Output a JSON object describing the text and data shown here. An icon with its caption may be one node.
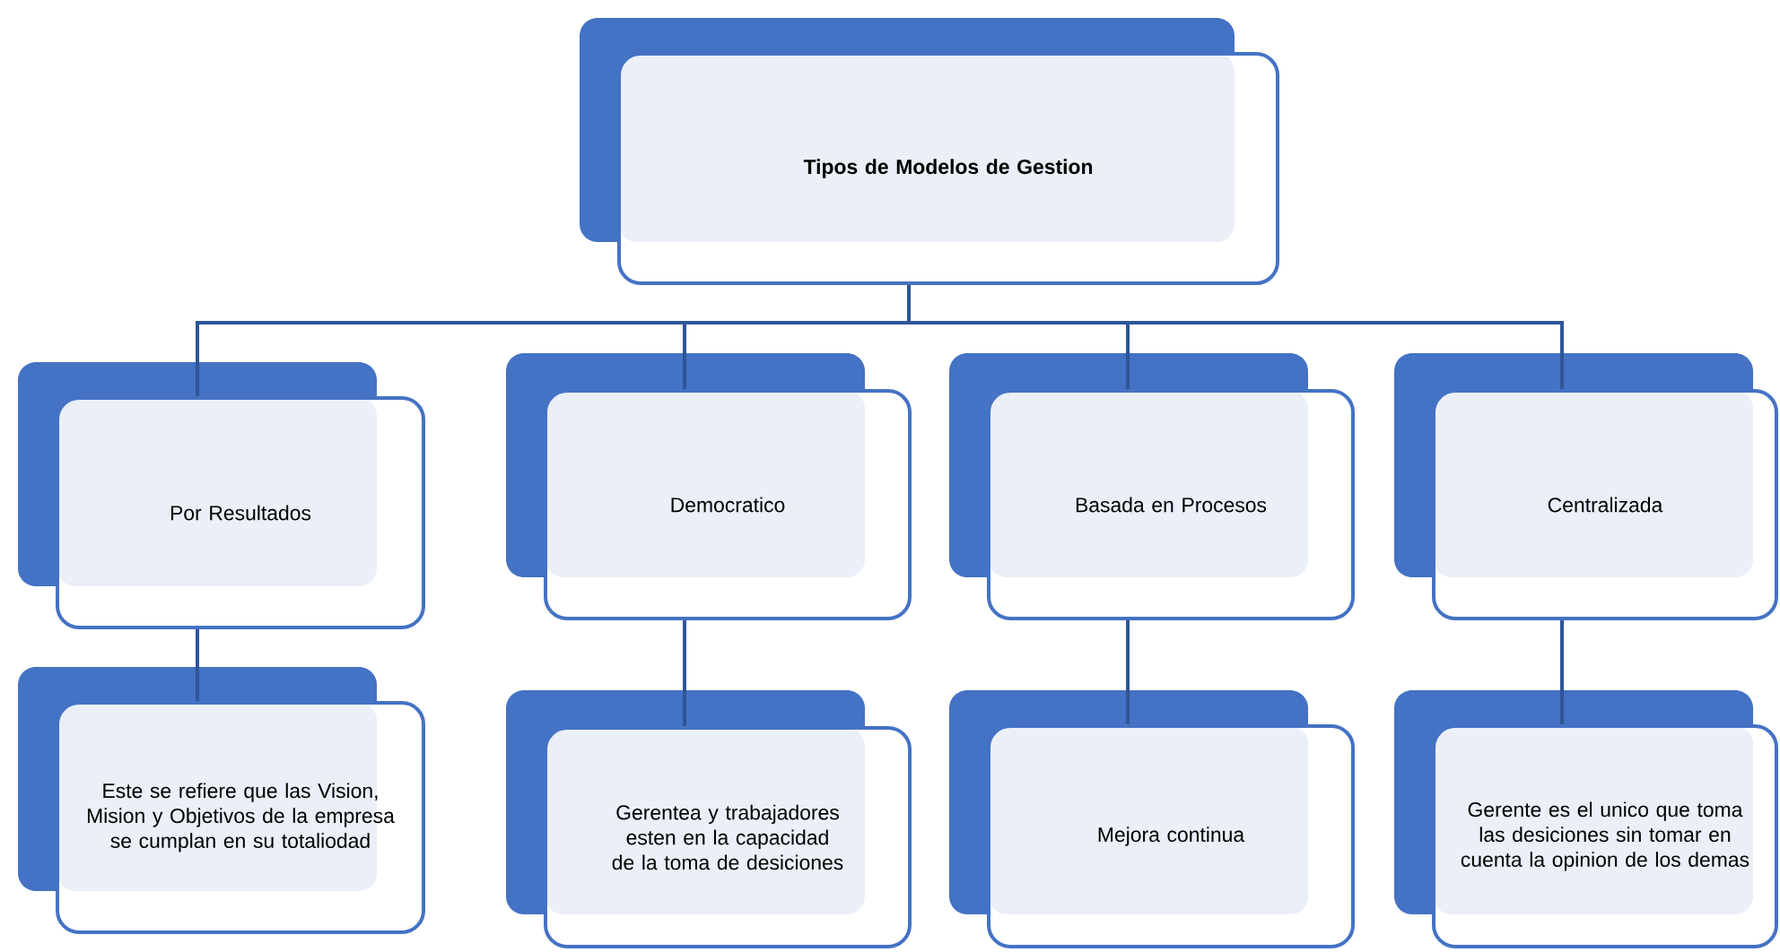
{
  "diagram": {
    "nodes": [
      {
        "text": [
          "Tipos de Modelos de Gestion"
        ]
      },
      {
        "text": [
          "Por Resultados"
        ]
      },
      {
        "text": [
          "Democratico"
        ]
      },
      {
        "text": [
          "Basada en Procesos"
        ]
      },
      {
        "text": [
          "Centralizada"
        ]
      },
      {
        "text": [
          "Este se refiere que las Vision, Mision y Objetivos de la empresa se cumplan en su totaliodad"
        ]
      },
      {
        "text": [
          "Gerentea y trabajadores esten en la capacidad de la toma de desiciones"
        ]
      },
      {
        "text": [
          "Mejora continua"
        ]
      },
      {
        "text": [
          "Gerente es el unico que toma las desiciones sin tomar en cuenta la opinion de los demas"
        ]
      }
    ],
    "edges": [
      {
        "from": 0,
        "to": 1,
        "arrow": "none"
      },
      {
        "from": 0,
        "to": 2,
        "arrow": "none"
      },
      {
        "from": 0,
        "to": 3,
        "arrow": "none"
      },
      {
        "from": 0,
        "to": 4,
        "arrow": "none"
      },
      {
        "from": 1,
        "to": 5,
        "arrow": "none"
      },
      {
        "from": 2,
        "to": 6,
        "arrow": "none"
      },
      {
        "from": 3,
        "to": 7,
        "arrow": "none"
      },
      {
        "from": 4,
        "to": 8,
        "arrow": "none"
      }
    ]
  }
}
